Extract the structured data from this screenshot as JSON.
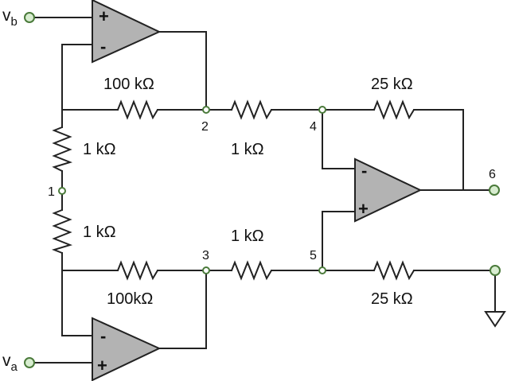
{
  "resistors": {
    "r_top_feedback": "100 kΩ",
    "r_top_gain": "1 kΩ",
    "r_bottom_gain": "1 kΩ",
    "r_bottom_feedback": "100kΩ",
    "r_in_upper": "1 kΩ",
    "r_in_lower": "1 kΩ",
    "r_feedback_diff": "25 kΩ",
    "r_ground": "25 kΩ"
  },
  "nodes": {
    "n1": "1",
    "n2": "2",
    "n3": "3",
    "n4": "4",
    "n5": "5",
    "n6": "6"
  },
  "inputs": {
    "vb_main": "v",
    "vb_sub": "b",
    "va_main": "v",
    "va_sub": "a"
  },
  "signs": {
    "plus": "+",
    "minus": "-"
  }
}
